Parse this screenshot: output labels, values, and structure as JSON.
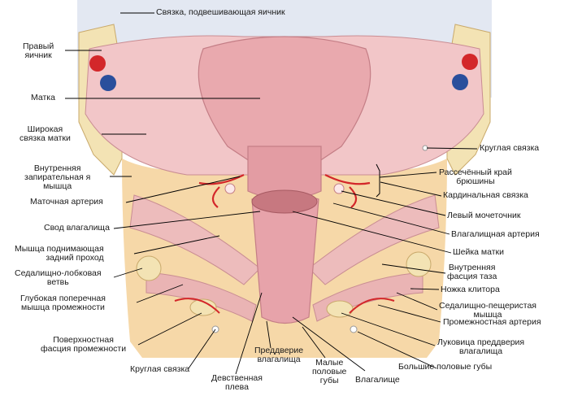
{
  "labels": {
    "suspensory_ligament": "Связка, подвешивающая яичник",
    "right_ovary": "Правый\nяичник",
    "uterus": "Матка",
    "broad_ligament": "Широкая\nсвязка матки",
    "internal_obturator": "Внутренняя\nзапирательная я\nмышца",
    "uterine_artery": "Маточная артерия",
    "vaginal_vault": "Свод влагалища",
    "levator_ani": "Мышца поднимающая\nзадний проход",
    "ischiopubic_ramus": "Седалищно-лобковая\nветвь",
    "deep_transverse": "Глубокая поперечная\nмышца промежности",
    "superficial_fascia": "Поверхностная\nфасция промежности",
    "round_ligament_bottom": "Круглая связка",
    "hymen": "Девственная\nплева",
    "vestibule": "Преддверие\nвлагалища",
    "labia_minora": "Малые\nполовые\nгубы",
    "vagina": "Влагалище",
    "labia_majora": "Большие половые губы",
    "vestibular_bulb": "Луковица преддверия\nвлагалища",
    "perineal_artery": "Промежностная артерия",
    "ischiocavernosus": "Седалищно-пещеристая\nмышца",
    "crus_clitoris": "Ножка клитора",
    "pelvic_fascia": "Внутренняя\nфасция таза",
    "cervix": "Шейка матки",
    "vaginal_artery": "Влагалищная артерия",
    "left_ureter": "Левый мочеточник",
    "cardinal_ligament": "Кардинальная связка",
    "cut_peritoneum": "Рассечённый край\nбрюшины",
    "round_ligament_right": "Круглая связка"
  },
  "colors": {
    "tissue": "#f0c4c4",
    "tissue_dark": "#d99a9e",
    "fat": "#f6d8a8",
    "bone": "#f3e3b4",
    "artery": "#d3272a",
    "vein": "#2a4f9c",
    "sky": "#e1e6f1"
  }
}
